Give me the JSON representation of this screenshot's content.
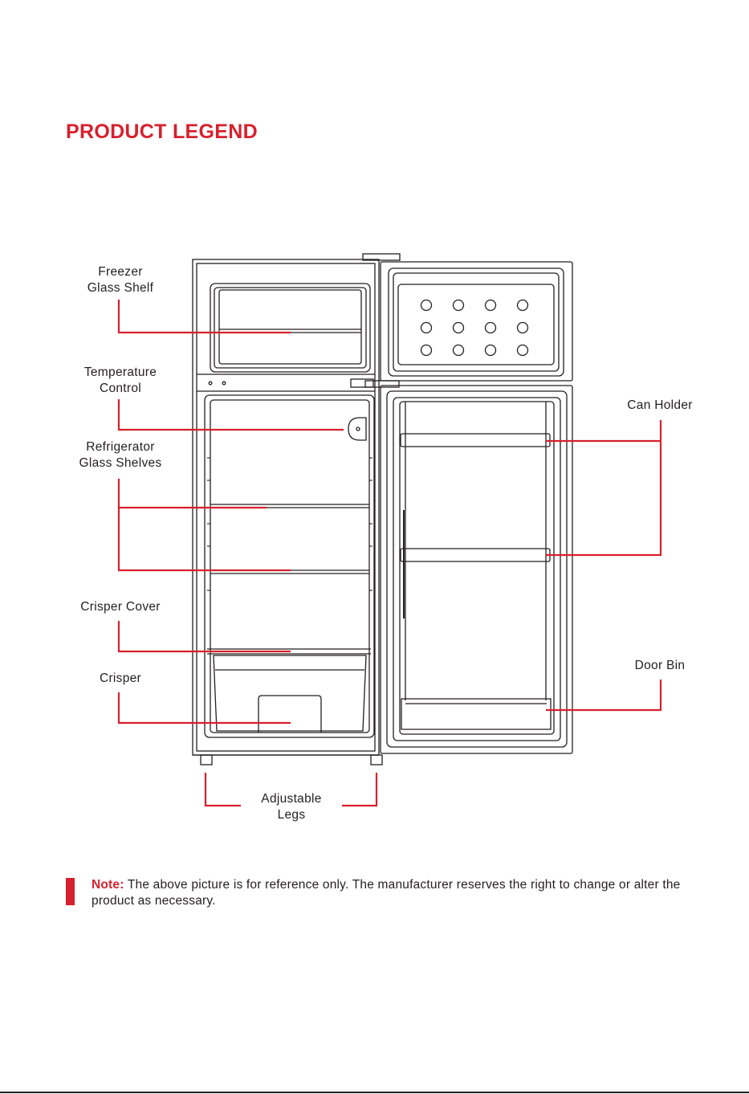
{
  "title": "PRODUCT LEGEND",
  "labels": {
    "freezer_glass_shelf": "Freezer\nGlass Shelf",
    "temperature_control": "Temperature\nControl",
    "refrigerator_glass_shelves": "Refrigerator\nGlass Shelves",
    "crisper_cover": "Crisper Cover",
    "crisper": "Crisper",
    "adjustable_legs": "Adjustable\nLegs",
    "can_holder": "Can Holder",
    "door_bin": "Door Bin"
  },
  "note": {
    "label": "Note:",
    "text": " The above picture is for reference only. The manufacturer reserves the right to change or alter the product as necessary."
  },
  "colors": {
    "accent": "#d7202d",
    "text": "#231f20",
    "line_art": "#231f20"
  }
}
